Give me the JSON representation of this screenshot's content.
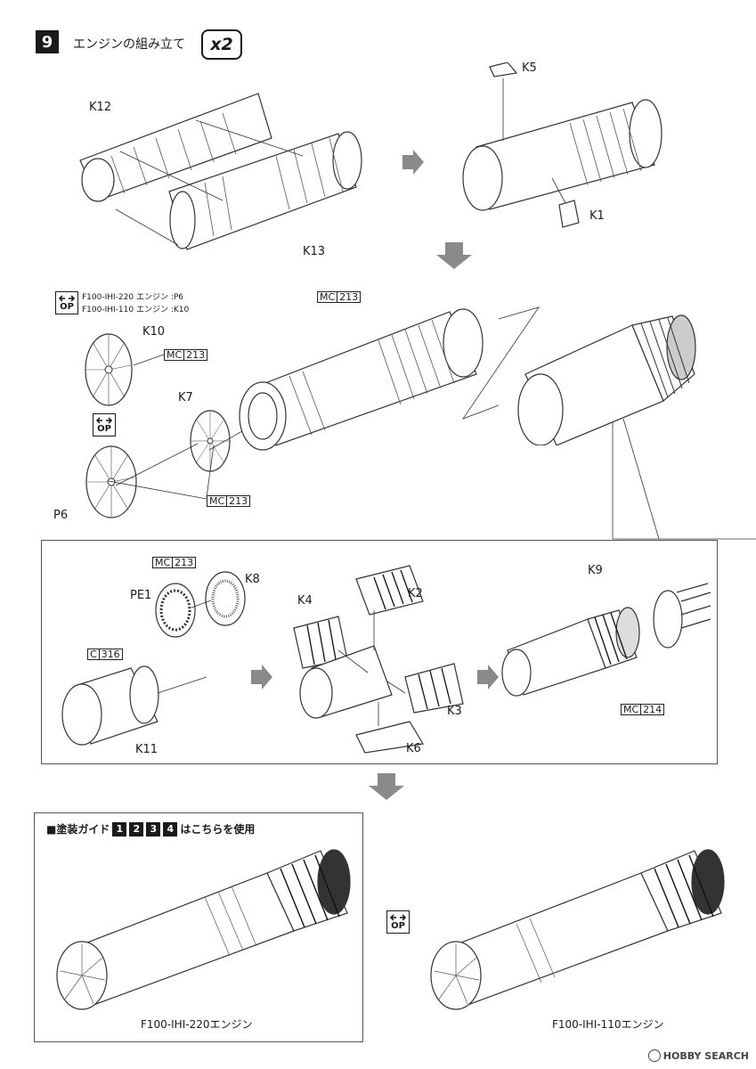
{
  "step": {
    "number": "9",
    "title": "エンジンの組み立て",
    "multiplier": "x2"
  },
  "option": {
    "label": "OP",
    "variants": [
      "F100-IHI-220 エンジン :P6",
      "F100-IHI-110 エンジン :K10"
    ]
  },
  "parts": {
    "k12": "K12",
    "k13": "K13",
    "k5": "K5",
    "k1": "K1",
    "k10": "K10",
    "k7": "K7",
    "p6": "P6",
    "pe1": "PE1",
    "k8": "K8",
    "k4": "K4",
    "k2": "K2",
    "k3": "K3",
    "k6": "K6",
    "k9": "K9",
    "k11": "K11"
  },
  "paint_codes": {
    "mc213_a": [
      "MC",
      "213"
    ],
    "mc213_b": [
      "MC",
      "213"
    ],
    "mc213_c": [
      "MC",
      "213"
    ],
    "mc213_d": [
      "MC",
      "213"
    ],
    "c316": [
      "C",
      "316"
    ],
    "mc214": [
      "MC",
      "214"
    ]
  },
  "paint_guide": {
    "prefix": "■塗装ガイド",
    "numbers": [
      "1",
      "2",
      "3",
      "4"
    ],
    "suffix": "はこちらを使用"
  },
  "captions": {
    "engine_220": "F100-IHI-220エンジン",
    "engine_110": "F100-IHI-110エンジン"
  },
  "watermark": "HOBBY SEARCH"
}
